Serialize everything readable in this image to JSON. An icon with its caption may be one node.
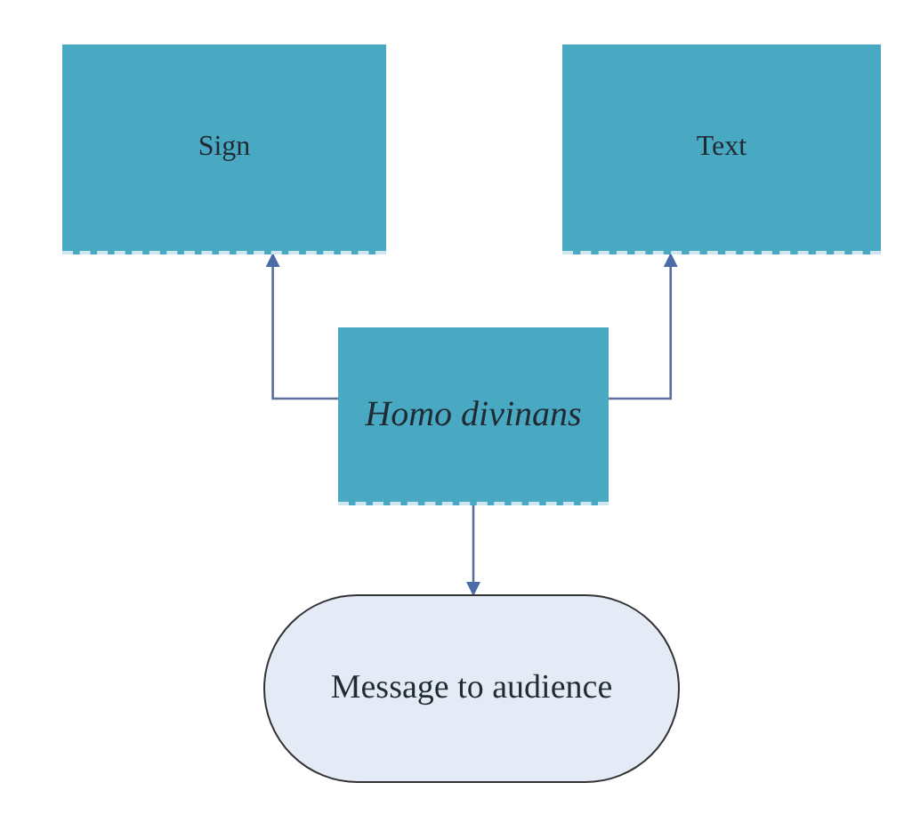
{
  "diagram": {
    "nodes": [
      {
        "text": [
          "Sign"
        ]
      },
      {
        "text": [
          "Text"
        ]
      },
      {
        "text": [
          "Homo divinans"
        ]
      },
      {
        "text": [
          "Message to audience"
        ]
      }
    ],
    "edges": [
      {
        "from": 2,
        "to": 0,
        "arrow": "to"
      },
      {
        "from": 2,
        "to": 1,
        "arrow": "to"
      },
      {
        "from": 2,
        "to": 3,
        "arrow": "to"
      }
    ]
  }
}
